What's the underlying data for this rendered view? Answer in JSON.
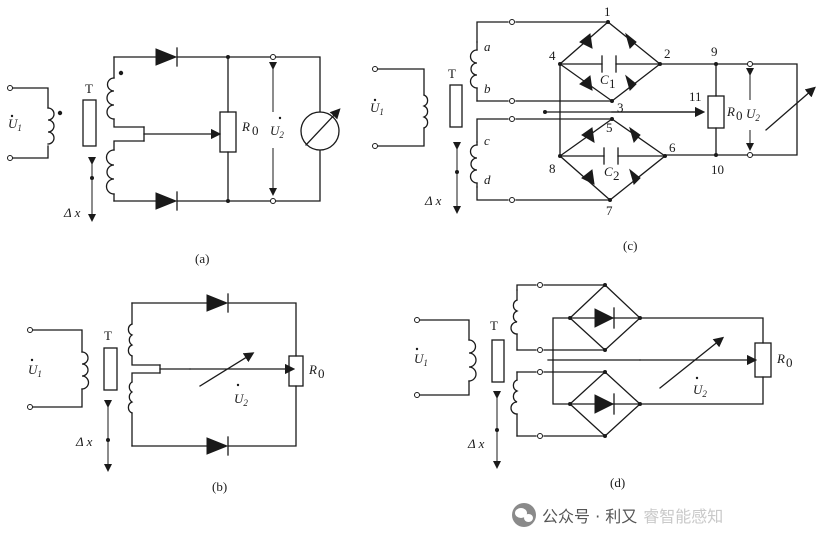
{
  "figures": {
    "a": {
      "caption": "(a)",
      "transformer": "T",
      "input": "U",
      "input_sub": "1",
      "resistor": "R",
      "resistor_sub": "0",
      "output": "U",
      "output_sub": "2",
      "displacement": "Δ x"
    },
    "b": {
      "caption": "(b)",
      "transformer": "T",
      "input": "U",
      "input_sub": "1",
      "resistor": "R",
      "resistor_sub": "0",
      "output": "U",
      "output_sub": "2",
      "displacement": "Δ x"
    },
    "c": {
      "caption": "(c)",
      "transformer": "T",
      "input": "U",
      "input_sub": "1",
      "resistor": "R",
      "resistor_sub": "0",
      "output": "U",
      "output_sub": "2",
      "displacement": "Δ x",
      "windings": {
        "a": "a",
        "b": "b",
        "c": "c",
        "d": "d"
      },
      "nodes": {
        "n1": "1",
        "n2": "2",
        "n3": "3",
        "n4": "4",
        "n5": "5",
        "n6": "6",
        "n7": "7",
        "n8": "8",
        "n9": "9",
        "n10": "10",
        "n11": "11"
      },
      "capacitors": {
        "c1": "C",
        "c1_sub": "1",
        "c2": "C",
        "c2_sub": "2"
      }
    },
    "d": {
      "caption": "(d)",
      "transformer": "T",
      "input": "U",
      "input_sub": "1",
      "resistor": "R",
      "resistor_sub": "0",
      "output": "U",
      "output_sub": "2",
      "displacement": "Δ x"
    }
  },
  "watermark": {
    "prefix": "公众号 · 利又",
    "faded": "睿智能感知"
  }
}
